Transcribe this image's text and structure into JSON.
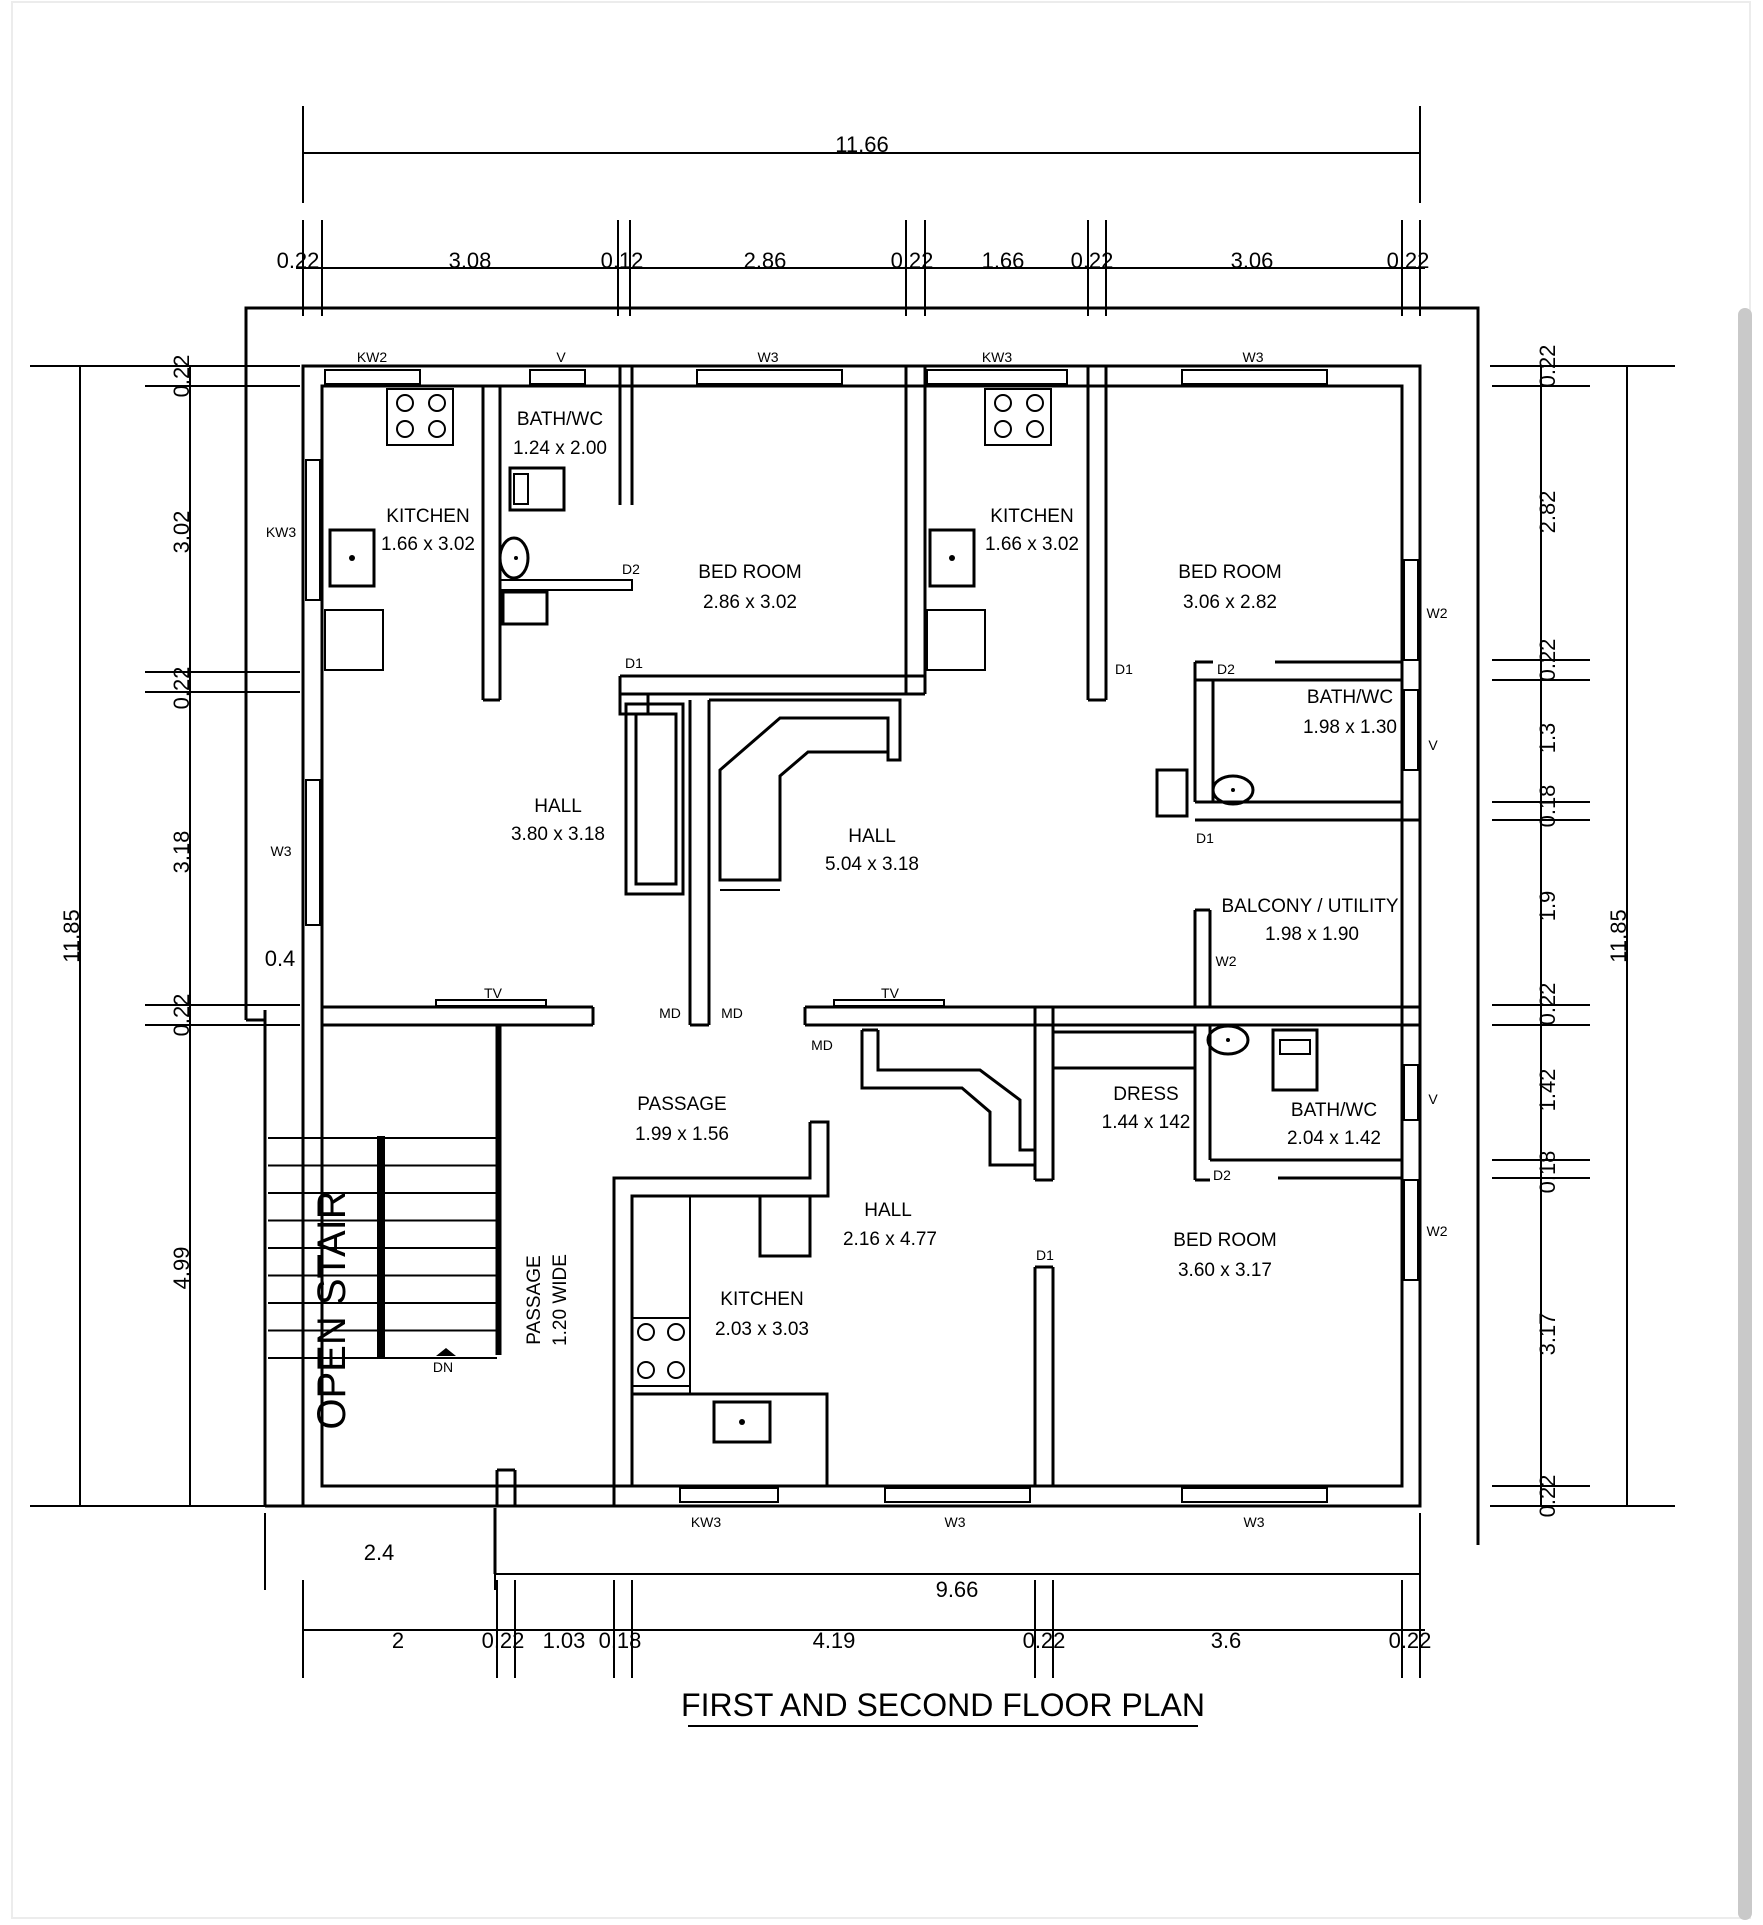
{
  "title": "FIRST AND SECOND  FLOOR PLAN",
  "rooms": {
    "kitchen1": {
      "name": "KITCHEN",
      "size": "1.66 x 3.02"
    },
    "bath1": {
      "name": "BATH/WC",
      "size": "1.24 x 2.00"
    },
    "bed1": {
      "name": "BED ROOM",
      "size": "2.86 x 3.02"
    },
    "kitchen2": {
      "name": "KITCHEN",
      "size": "1.66 x 3.02"
    },
    "bed2": {
      "name": "BED ROOM",
      "size": "3.06 x 2.82"
    },
    "bath2": {
      "name": "BATH/WC",
      "size": "1.98 x 1.30"
    },
    "hall1": {
      "name": "HALL",
      "size": "3.80 x 3.18"
    },
    "hall2": {
      "name": "HALL",
      "size": "5.04 x 3.18"
    },
    "balcony": {
      "name": "BALCONY / UTILITY",
      "size": "1.98 x 1.90"
    },
    "passage": {
      "name": "PASSAGE",
      "size": "1.99 x 1.56"
    },
    "dress": {
      "name": "DRESS",
      "size": "1.44 x 142"
    },
    "bath3": {
      "name": "BATH/WC",
      "size": "2.04 x 1.42"
    },
    "hall3": {
      "name": "HALL",
      "size": "2.16 x 4.77"
    },
    "bed3": {
      "name": "BED ROOM",
      "size": "3.60 x 3.17"
    },
    "kitchen3": {
      "name": "KITCHEN",
      "size": "2.03 x 3.03"
    },
    "stair": {
      "name": "OPEN STAIR",
      "dn": "DN"
    },
    "passage_wide": {
      "line1": "PASSAGE",
      "line2": "1.20 WIDE"
    }
  },
  "dims": {
    "top_total": "11.66",
    "top": [
      "0.22",
      "3.08",
      "0.12",
      "2.86",
      "0.22",
      "1.66",
      "0.22",
      "3.06",
      "0.22"
    ],
    "left_total": "11.85",
    "left": [
      "0.22",
      "3.02",
      "0.22",
      "3.18",
      "0.22",
      "4.99"
    ],
    "right_total": "11.85",
    "right": [
      "0.22",
      "2.82",
      "0.22",
      "1.3",
      "0.18",
      "1.9",
      "0.22",
      "1.42",
      "0.18",
      "3.17",
      "0.22"
    ],
    "bottom_offset": "2.4",
    "bottom_total": "9.66",
    "bottom": [
      "2",
      "0.22",
      "1.03",
      "0.18",
      "4.19",
      "0.22",
      "3.6",
      "0.22"
    ],
    "ledge": "0.4"
  },
  "tags": {
    "kw2": "KW2",
    "v": "V",
    "w3": "W3",
    "kw3": "KW3",
    "w2": "W2",
    "d1": "D1",
    "d2": "D2",
    "md": "MD",
    "tv": "TV"
  }
}
